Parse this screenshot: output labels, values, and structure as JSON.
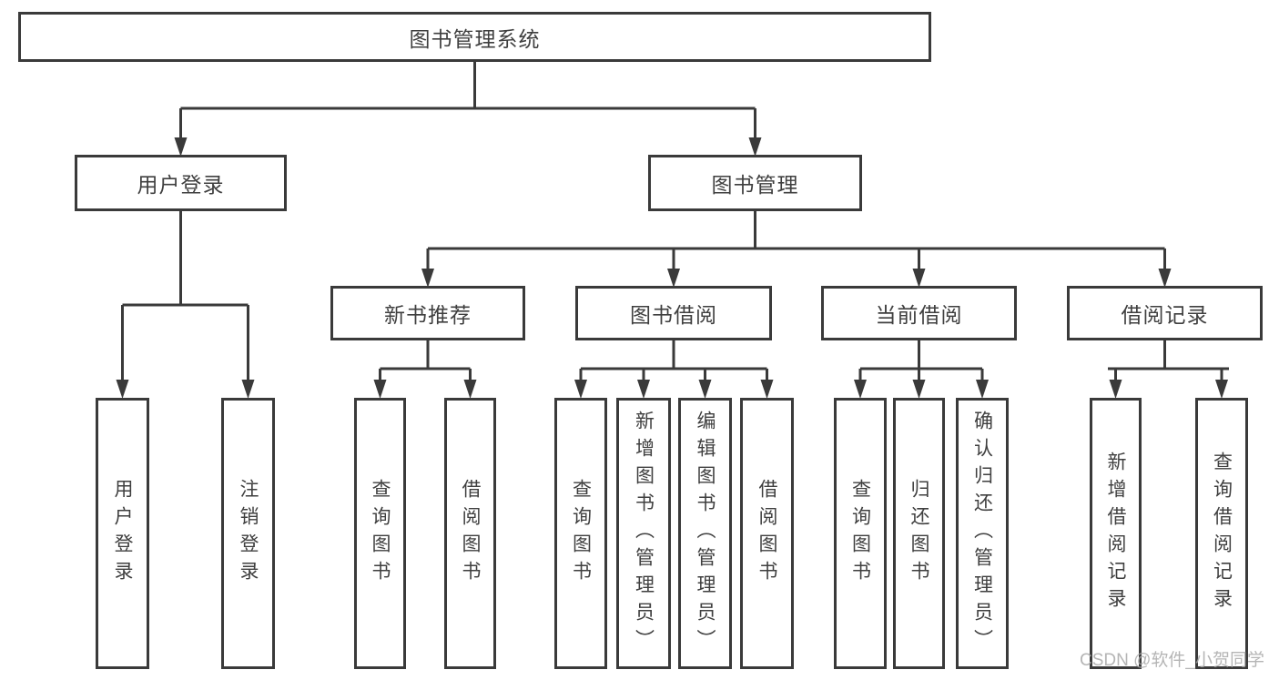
{
  "tree": {
    "label": "图书管理系统",
    "children": [
      {
        "label": "用户登录",
        "children": [
          {
            "label": "用户登录"
          },
          {
            "label": "注销登录"
          }
        ]
      },
      {
        "label": "图书管理",
        "children": [
          {
            "label": "新书推荐",
            "children": [
              {
                "label": "查询图书"
              },
              {
                "label": "借阅图书"
              }
            ]
          },
          {
            "label": "图书借阅",
            "children": [
              {
                "label": "查询图书"
              },
              {
                "label": "新增图书（管理员）"
              },
              {
                "label": "编辑图书（管理员）"
              },
              {
                "label": "借阅图书"
              }
            ]
          },
          {
            "label": "当前借阅",
            "children": [
              {
                "label": "查询图书"
              },
              {
                "label": "归还图书"
              },
              {
                "label": "确认归还（管理员）"
              }
            ]
          },
          {
            "label": "借阅记录",
            "children": [
              {
                "label": "新增借阅记录"
              },
              {
                "label": "查询借阅记录"
              }
            ]
          }
        ]
      }
    ]
  },
  "watermark": {
    "text": "CSDN @软件_小贺同学"
  },
  "colors": {
    "line": "#3a3a3a",
    "box_border": "#3a3a3a",
    "text": "#3f3f3f",
    "watermark": "#a9a9a9",
    "background": "#ffffff"
  }
}
